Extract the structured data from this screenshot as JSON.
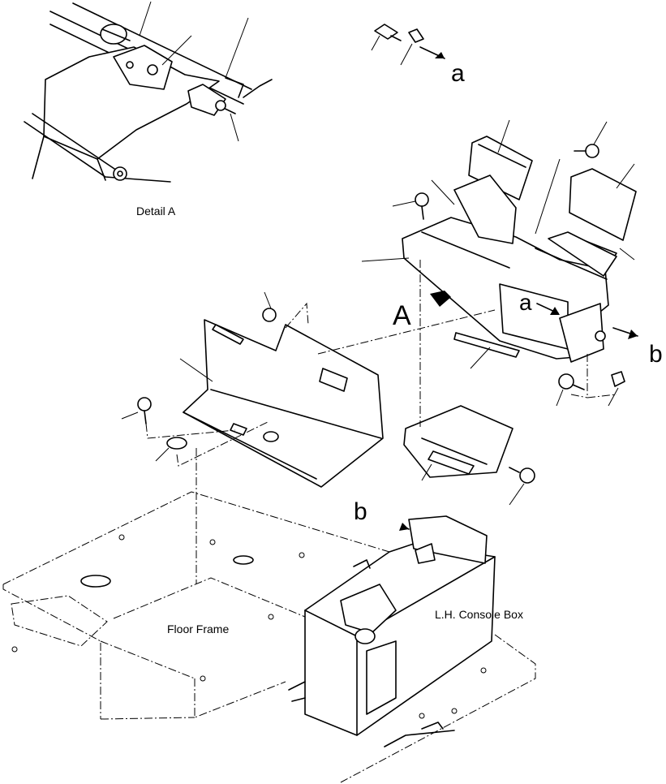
{
  "labels": {
    "detail": "Detail A",
    "view_a": "A",
    "ref_a_top": "a",
    "ref_a_mid": "a",
    "ref_b_right": "b",
    "ref_b_lower": "b",
    "floor": "Floor Frame",
    "console": "L.H. Console Box"
  }
}
